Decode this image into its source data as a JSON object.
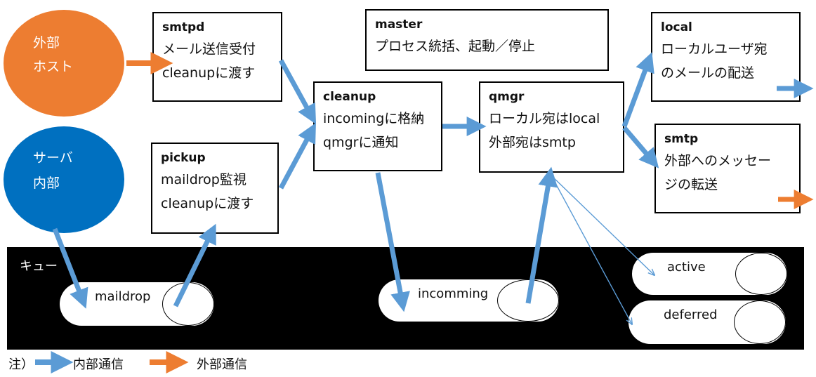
{
  "hosts": {
    "external": {
      "line1": "外部",
      "line2": "ホスト",
      "color": "#ed7d31"
    },
    "internal": {
      "line1": "サーバ",
      "line2": "内部",
      "color": "#0070c0"
    }
  },
  "boxes": {
    "smtpd": {
      "title": "smtpd",
      "line1": "メール送信受付",
      "line2": "cleanupに渡す"
    },
    "pickup": {
      "title": "pickup",
      "line1": "maildrop監視",
      "line2": "cleanupに渡す"
    },
    "master": {
      "title": "master",
      "line1": "プロセス統括、起動／停止"
    },
    "cleanup": {
      "title": "cleanup",
      "line1": "incomingに格納",
      "line2": "qmgrに通知"
    },
    "qmgr": {
      "title": "qmgr",
      "line1": "ローカル宛はlocal",
      "line2": "外部宛はsmtp"
    },
    "local": {
      "title": "local",
      "line1": "ローカルユーザ宛",
      "line2": "のメールの配送"
    },
    "smtp": {
      "title": "smtp",
      "line1": "外部へのメッセー",
      "line2": "ジの転送"
    }
  },
  "queue": {
    "label": "キュー",
    "maildrop": "maildrop",
    "incoming": "incomming",
    "active": "active",
    "deferred": "deferred"
  },
  "legend": {
    "note": "注）",
    "internal": "内部通信",
    "external": "外部通信"
  },
  "colors": {
    "internal_arrow": "#5b9bd5",
    "external_arrow": "#ed7d31",
    "queue_bg": "#000000"
  }
}
